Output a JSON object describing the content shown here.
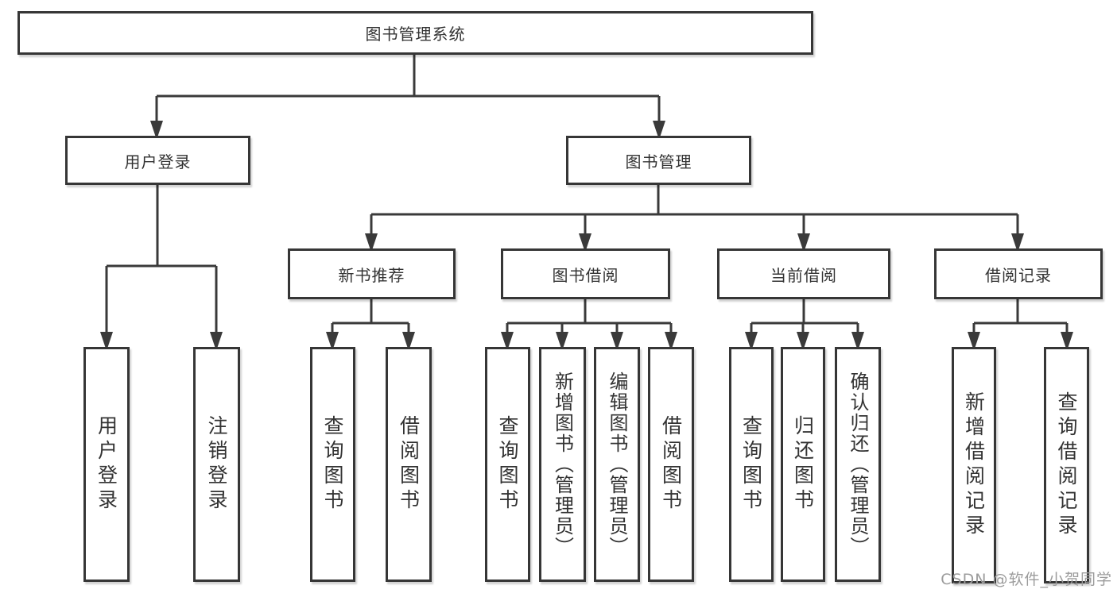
{
  "tree": {
    "root": {
      "label": "图书管理系统"
    },
    "branches": [
      {
        "label": "用户登录",
        "children": [
          {
            "label": "用户登录"
          },
          {
            "label": "注销登录"
          }
        ]
      },
      {
        "label": "图书管理",
        "children": [
          {
            "label": "新书推荐",
            "children": [
              {
                "label": "查询图书"
              },
              {
                "label": "借阅图书"
              }
            ]
          },
          {
            "label": "图书借阅",
            "children": [
              {
                "label": "查询图书"
              },
              {
                "label": "新增图书（管理员）"
              },
              {
                "label": "编辑图书（管理员）"
              },
              {
                "label": "借阅图书"
              }
            ]
          },
          {
            "label": "当前借阅",
            "children": [
              {
                "label": "查询图书"
              },
              {
                "label": "归还图书"
              },
              {
                "label": "确认归还（管理员）"
              }
            ]
          },
          {
            "label": "借阅记录",
            "children": [
              {
                "label": "新增借阅记录"
              },
              {
                "label": "查询借阅记录"
              }
            ]
          }
        ]
      }
    ]
  },
  "watermark": {
    "text": "CSDN @软件_小贺同学"
  },
  "colors": {
    "line": "#3a3a3a",
    "border": "#363636",
    "text": "#333333",
    "watermark": "#9c9c9c",
    "background": "#ffffff"
  }
}
